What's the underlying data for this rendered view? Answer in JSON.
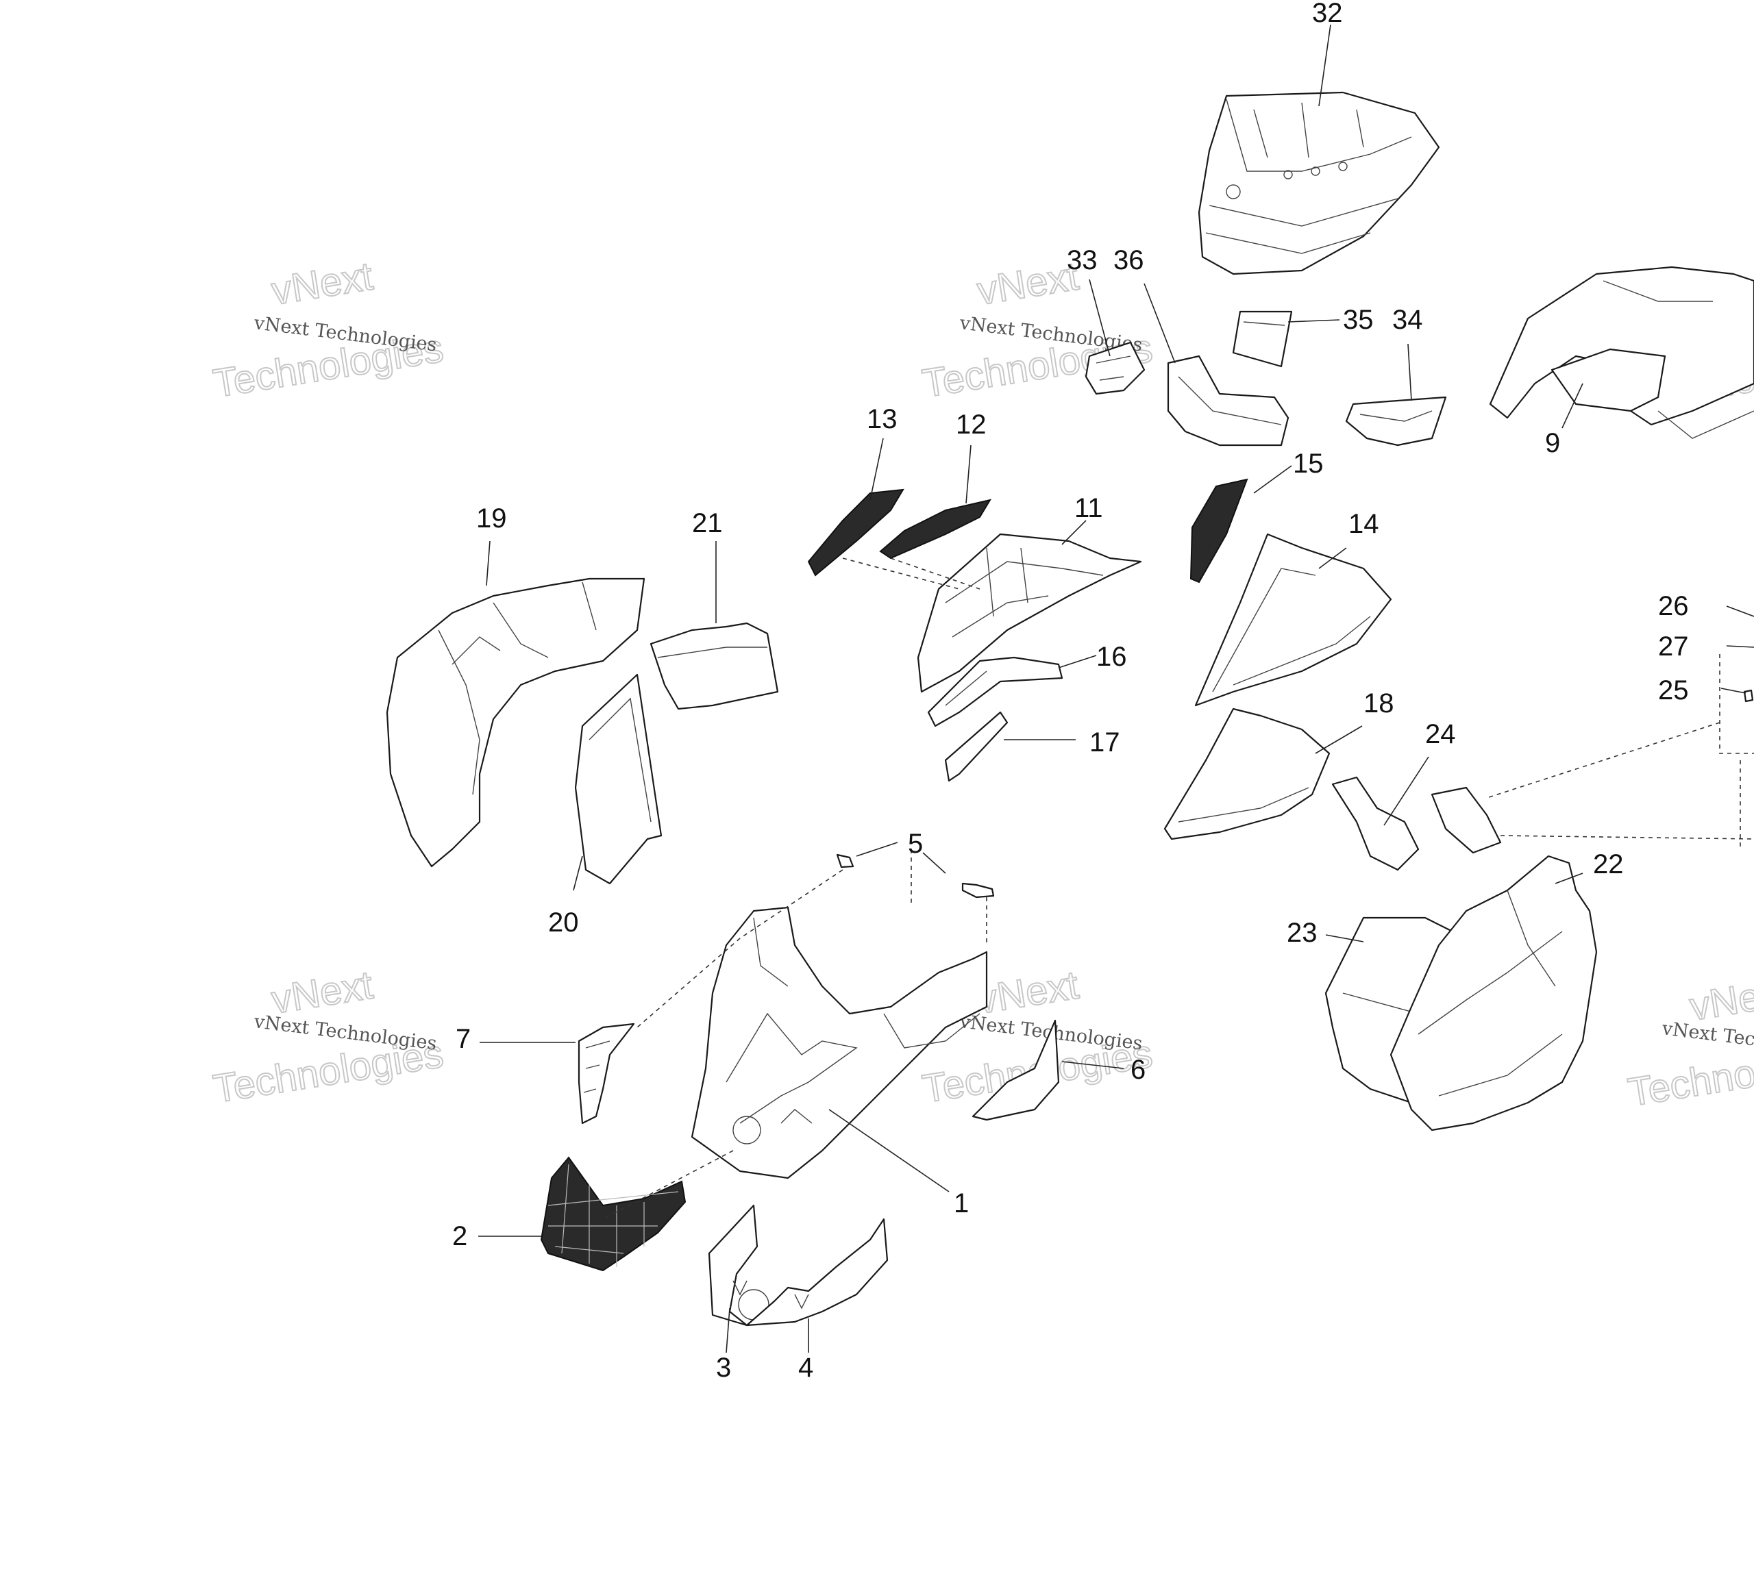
{
  "watermark": {
    "small": "vNext Technologies",
    "big_top": "vNext",
    "big_bottom": "Technologies"
  },
  "callouts": {
    "n1": "1",
    "n2": "2",
    "n3": "3",
    "n4": "4",
    "n5": "5",
    "n6": "6",
    "n7": "7",
    "n9": "9",
    "n11": "11",
    "n12": "12",
    "n13": "13",
    "n14": "14",
    "n15": "15",
    "n16": "16",
    "n17": "17",
    "n18": "18",
    "n19": "19",
    "n20": "20",
    "n21": "21",
    "n22": "22",
    "n23": "23",
    "n24": "24",
    "n25": "25",
    "n26": "26",
    "n27": "27",
    "n32": "32",
    "n33": "33",
    "n34": "34",
    "n35": "35",
    "n36": "36"
  }
}
